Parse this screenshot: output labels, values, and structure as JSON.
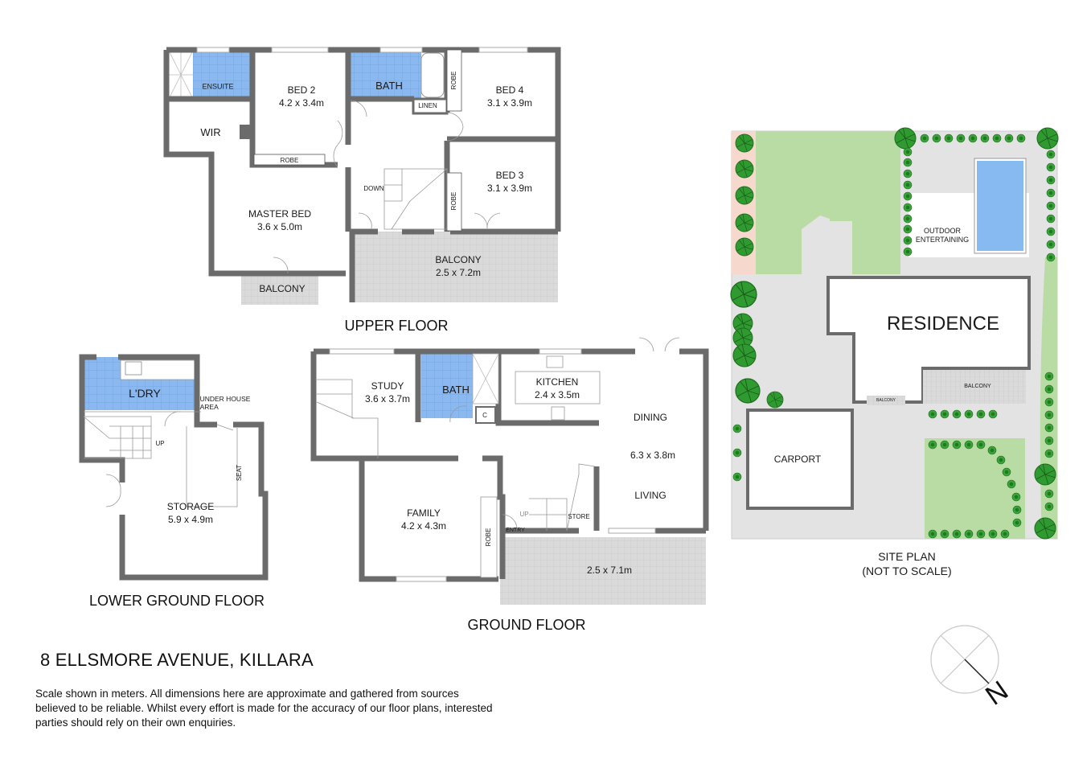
{
  "property": {
    "address": "8 ELLSMORE AVENUE, KILLARA",
    "disclaimer": "Scale shown in meters. All dimensions here are approximate and gathered from sources believed to be reliable. Whilst every effort is made for the accuracy of our floor plans, interested parties should rely on their own enquiries."
  },
  "colors": {
    "wall": "#6b6b6b",
    "wet_area": "#8ab8ef",
    "balcony": "#d9d9d9",
    "lawn": "#b8dca4",
    "paving": "#e3e3e3",
    "garden_bed": "#f6d8cc",
    "pool": "#86baf0",
    "tree": "#2f9a2f"
  },
  "upper_floor": {
    "title": "UPPER FLOOR",
    "rooms": [
      {
        "name": "ENSUITE",
        "dim": ""
      },
      {
        "name": "BED 2",
        "dim": "4.2 x 3.4m"
      },
      {
        "name": "BATH",
        "dim": ""
      },
      {
        "name": "BED 4",
        "dim": "3.1 x 3.9m"
      },
      {
        "name": "WIR",
        "dim": ""
      },
      {
        "name": "ROBE",
        "dim": ""
      },
      {
        "name": "LINEN",
        "dim": ""
      },
      {
        "name": "ROBE",
        "dim": ""
      },
      {
        "name": "BED 3",
        "dim": "3.1 x 3.9m"
      },
      {
        "name": "ROBE",
        "dim": ""
      },
      {
        "name": "DOWN",
        "dim": ""
      },
      {
        "name": "MASTER BED",
        "dim": "3.6 x 5.0m"
      },
      {
        "name": "BALCONY",
        "dim": "2.5 x 7.2m"
      },
      {
        "name": "BALCONY",
        "dim": ""
      }
    ]
  },
  "lower_ground_floor": {
    "title": "LOWER GROUND FLOOR",
    "rooms": [
      {
        "name": "L'DRY",
        "dim": ""
      },
      {
        "name": "UNDER HOUSE",
        "dim": "AREA"
      },
      {
        "name": "UP",
        "dim": ""
      },
      {
        "name": "SEAT",
        "dim": ""
      },
      {
        "name": "STORAGE",
        "dim": "5.9 x 4.9m"
      }
    ]
  },
  "ground_floor": {
    "title": "GROUND FLOOR",
    "rooms": [
      {
        "name": "STUDY",
        "dim": "3.6 x 3.7m"
      },
      {
        "name": "BATH",
        "dim": ""
      },
      {
        "name": "C",
        "dim": ""
      },
      {
        "name": "KITCHEN",
        "dim": "2.4 x 3.5m"
      },
      {
        "name": "DINING",
        "dim": ""
      },
      {
        "name": "6.3 x 3.8m",
        "dim": ""
      },
      {
        "name": "LIVING",
        "dim": ""
      },
      {
        "name": "FAMILY",
        "dim": "4.2 x 4.3m"
      },
      {
        "name": "ROBE",
        "dim": ""
      },
      {
        "name": "UP",
        "dim": ""
      },
      {
        "name": "ENTRY",
        "dim": ""
      },
      {
        "name": "STORE",
        "dim": ""
      },
      {
        "name": "2.5 x 7.1m",
        "dim": ""
      }
    ]
  },
  "site_plan": {
    "title": "SITE PLAN",
    "subtitle": "(NOT TO SCALE)",
    "labels": {
      "residence": "RESIDENCE",
      "outdoor_1": "OUTDOOR",
      "outdoor_2": "ENTERTAINING",
      "carport": "CARPORT",
      "balcony_large": "BALCONY",
      "balcony_small": "BALCONY"
    }
  },
  "compass": {
    "north_label": "N"
  }
}
